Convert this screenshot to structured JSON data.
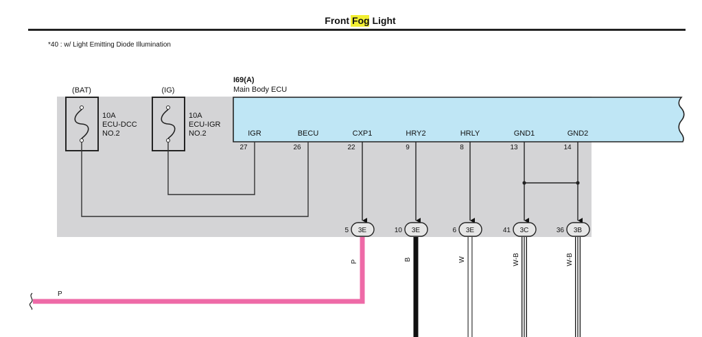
{
  "title": {
    "prefix": "Front ",
    "highlight": "Fog",
    "suffix": " Light",
    "highlight_color": "#f2ef32"
  },
  "note": "*40 : w/ Light Emitting Diode Illumination",
  "ecu": {
    "code": "I69(A)",
    "name": "Main Body ECU",
    "fill_color": "#bfe6f5",
    "module_color": "#d4d4d6"
  },
  "fuses": [
    {
      "source": "(BAT)",
      "rating": "10A",
      "name_line1": "ECU-DCC",
      "name_line2": "NO.2"
    },
    {
      "source": "(IG)",
      "rating": "10A",
      "name_line1": "ECU-IGR",
      "name_line2": "NO.2"
    }
  ],
  "pins": [
    {
      "label": "IGR",
      "number": "27"
    },
    {
      "label": "BECU",
      "number": "26"
    },
    {
      "label": "CXP1",
      "number": "22"
    },
    {
      "label": "HRY2",
      "number": "9"
    },
    {
      "label": "HRLY",
      "number": "8"
    },
    {
      "label": "GND1",
      "number": "13"
    },
    {
      "label": "GND2",
      "number": "14"
    }
  ],
  "connectors": [
    {
      "pin": "5",
      "code": "3E",
      "wire_color": "P",
      "wire_hex": "#ee6aa7"
    },
    {
      "pin": "10",
      "code": "3E",
      "wire_color": "B",
      "wire_hex": "#111111"
    },
    {
      "pin": "6",
      "code": "3E",
      "wire_color": "W",
      "wire_hex": "#ffffff"
    },
    {
      "pin": "41",
      "code": "3C",
      "wire_color": "W-B",
      "wire_hex": "#ffffff"
    },
    {
      "pin": "36",
      "code": "3B",
      "wire_color": "W-B",
      "wire_hex": "#ffffff"
    }
  ],
  "output_wire_label": "P"
}
